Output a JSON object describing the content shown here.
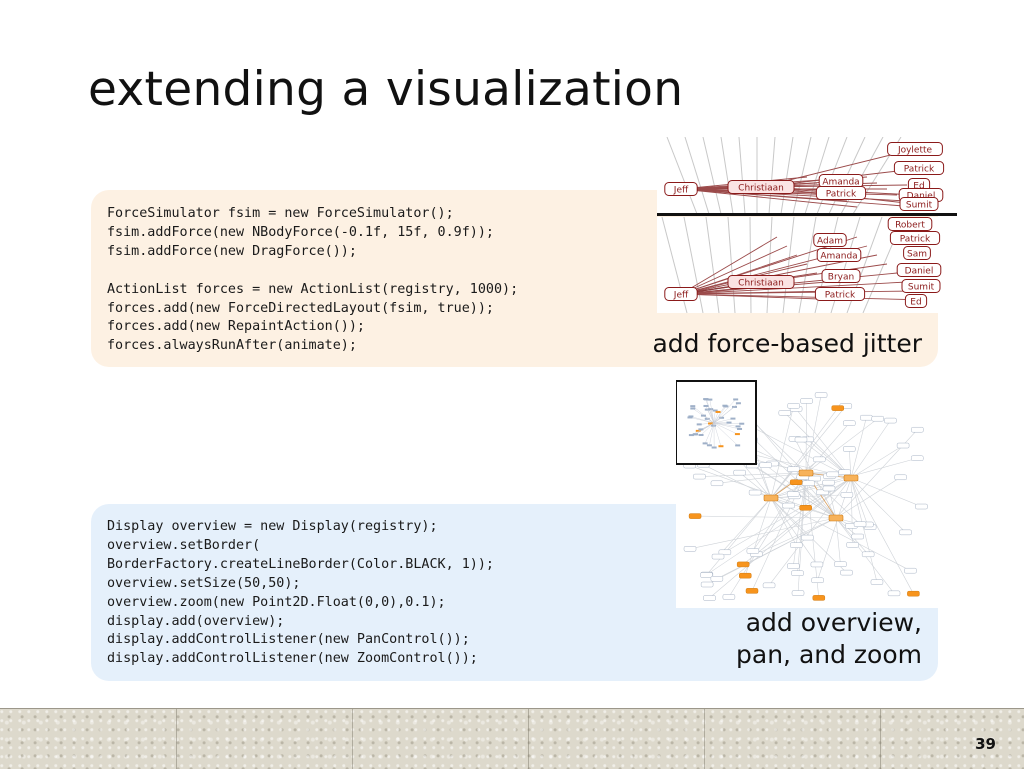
{
  "slide": {
    "title": "extending a visualization",
    "page_number": "39"
  },
  "force_panel": {
    "code_lines": [
      "ForceSimulator fsim = new ForceSimulator();",
      "fsim.addForce(new NBodyForce(-0.1f, 15f, 0.9f));",
      "fsim.addForce(new DragForce());",
      "",
      "ActionList forces = new ActionList(registry, 1000);",
      "forces.add(new ForceDirectedLayout(fsim, true));",
      "forces.add(new RepaintAction());",
      "forces.alwaysRunAfter(animate);"
    ],
    "caption_lines": [
      "add force-based jitter"
    ],
    "jitter_graph_top": {
      "nodes": [
        "Jeff",
        "Christiaan",
        "Amanda",
        "Patrick",
        "Joylette",
        "Patrick",
        "Ed",
        "Daniel",
        "Sumit"
      ]
    },
    "jitter_graph_bottom": {
      "nodes": [
        "Jeff",
        "Christiaan",
        "Adam",
        "Amanda",
        "Bryan",
        "Patrick",
        "Robert",
        "Patrick",
        "Sam",
        "Daniel",
        "Sumit",
        "Ed"
      ]
    }
  },
  "overview_panel": {
    "code_lines": [
      "Display overview = new Display(registry);",
      "overview.setBorder(",
      "  BorderFactory.createLineBorder(Color.BLACK, 1));",
      "overview.setSize(50,50);",
      "overview.zoom(new Point2D.Float(0,0),0.1);",
      "display.add(overview);",
      "display.addControlListener(new PanControl());",
      "display.addControlListener(new ZoomControl());"
    ],
    "caption_lines": [
      "add overview,",
      "pan, and zoom"
    ]
  },
  "colors": {
    "force_panel_bg": "#fdf1e3",
    "overview_panel_bg": "#e5f0fb",
    "node_border": "#8b1a1a",
    "node_text": "#8b1a1a",
    "highlight_node": "#f7941d",
    "edge_gray": "#c8c8c8"
  }
}
